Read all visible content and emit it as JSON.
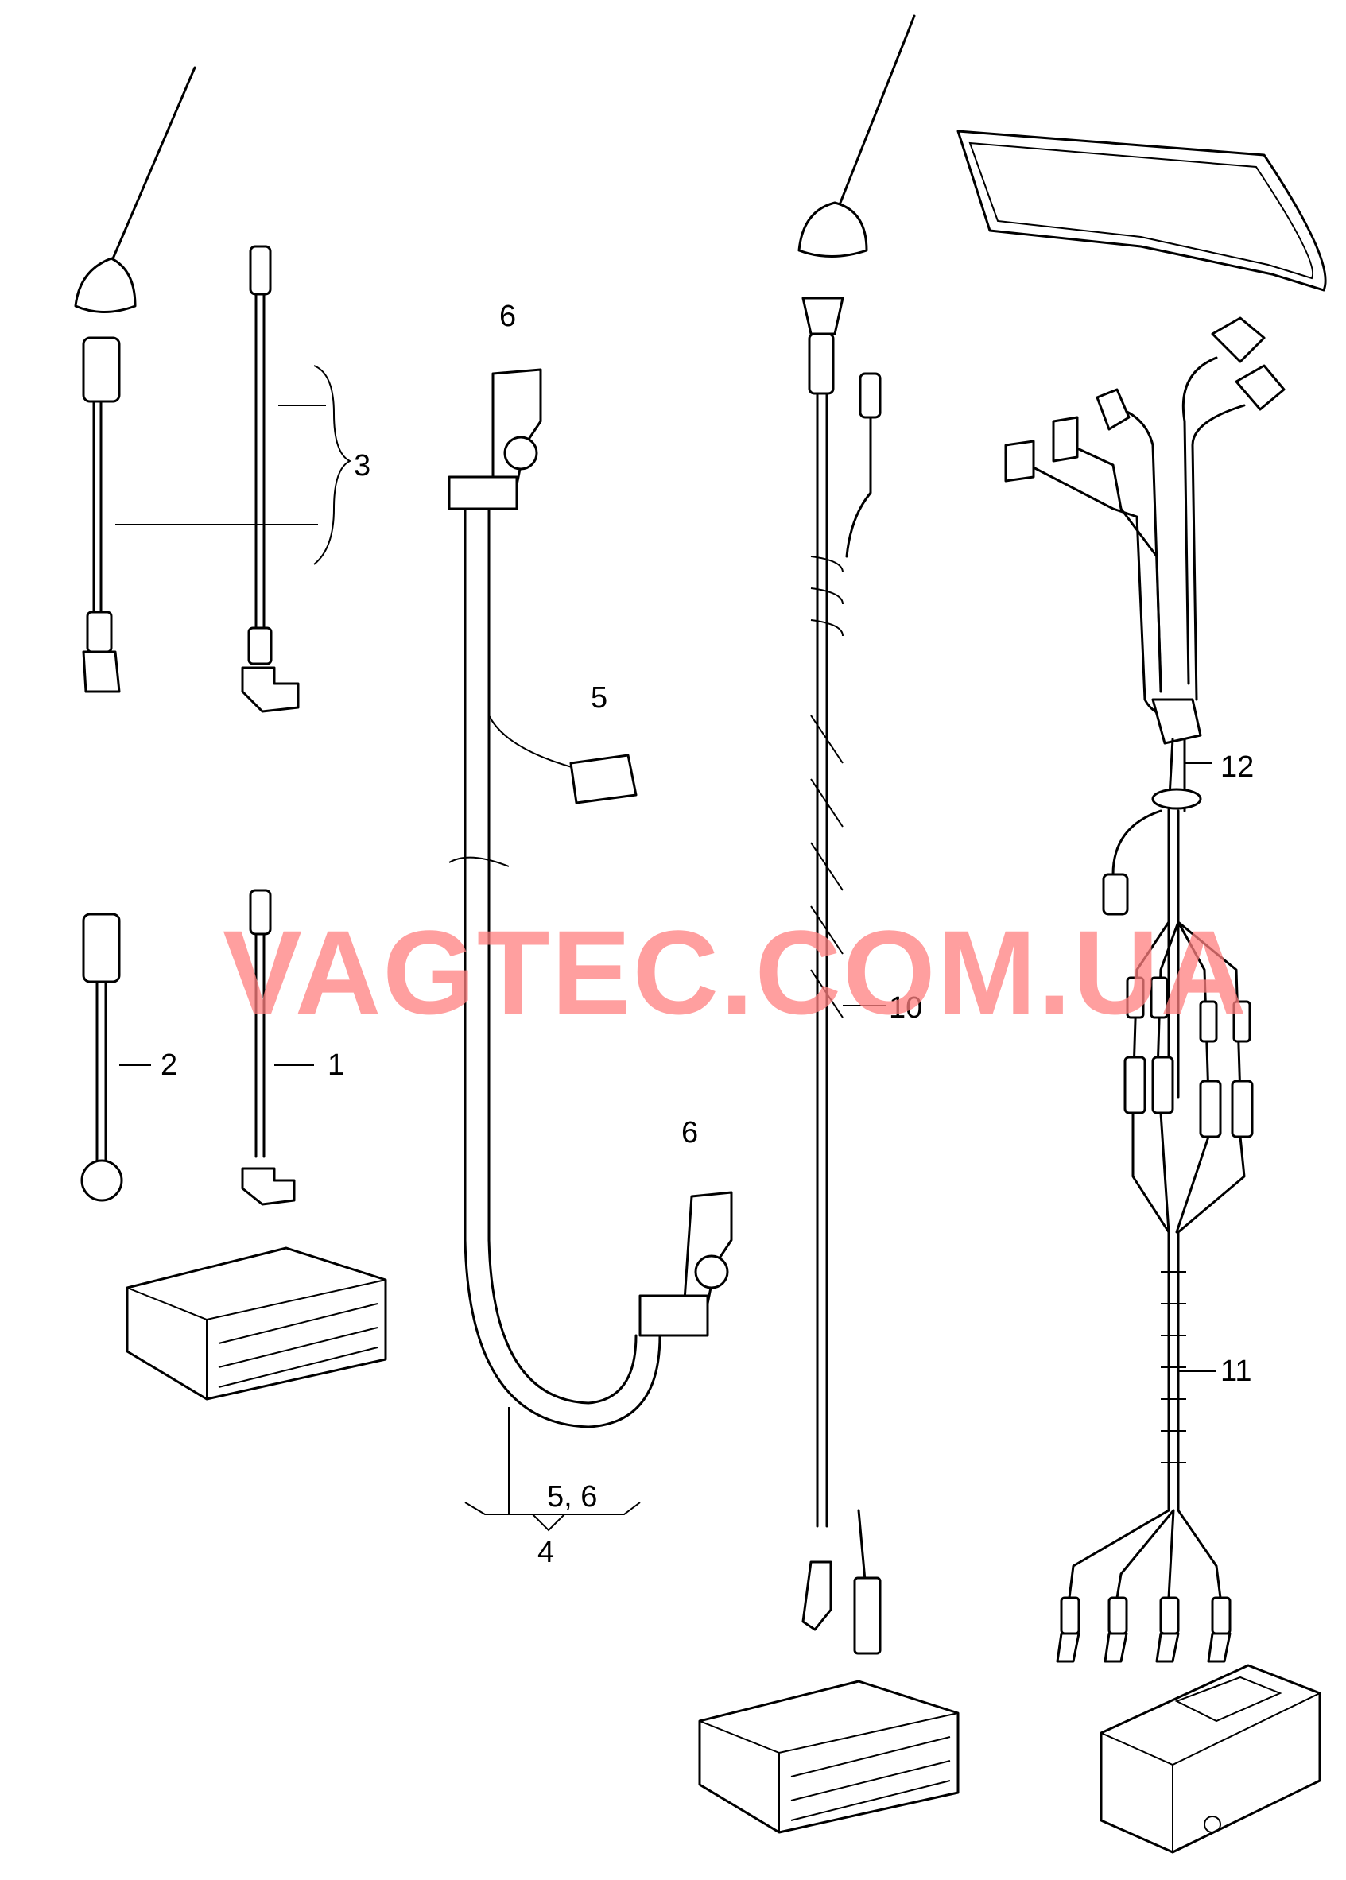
{
  "watermark": "VAGTEC.COM.UA",
  "callouts": {
    "c1": "1",
    "c2": "2",
    "c3": "3",
    "c4": "4",
    "c56": "5, 6",
    "c5": "5",
    "c6_top": "6",
    "c6_bottom": "6",
    "c10": "10",
    "c11": "11",
    "c12": "12"
  }
}
